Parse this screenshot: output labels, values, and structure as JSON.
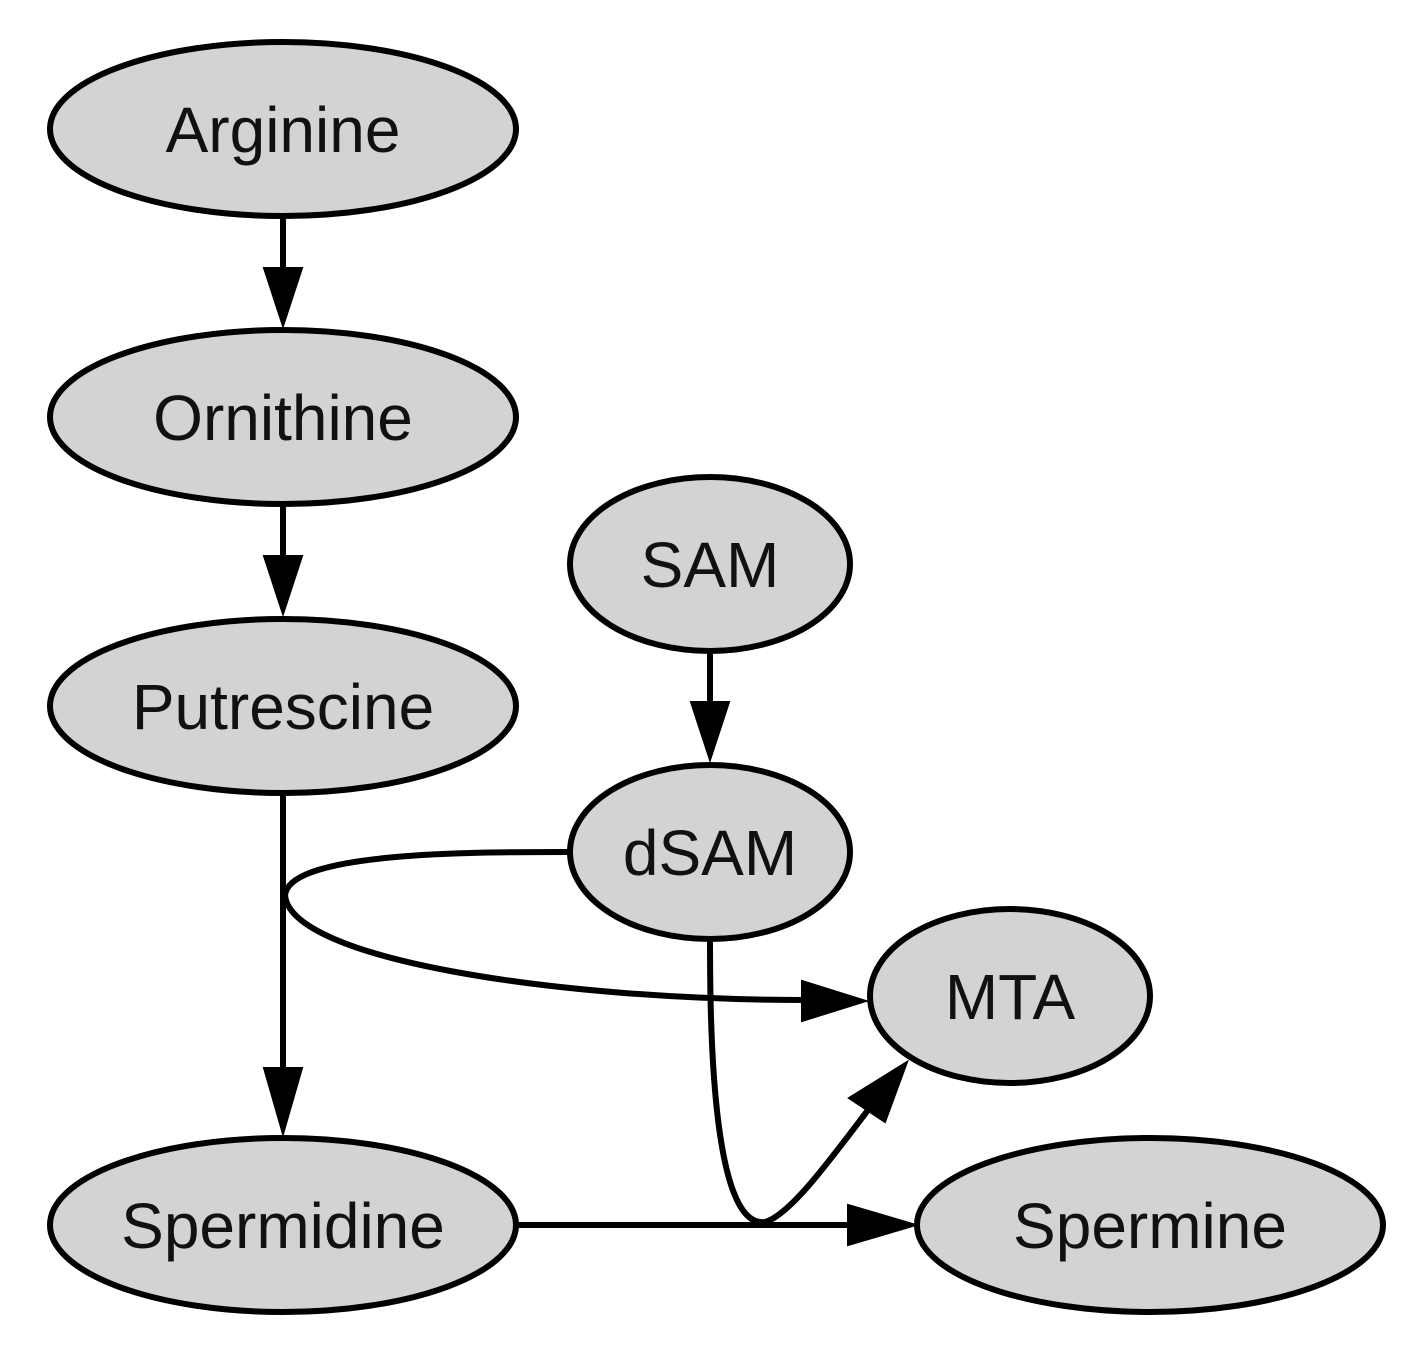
{
  "diagram": {
    "nodes": {
      "arginine": "Arginine",
      "ornithine": "Ornithine",
      "putrescine": "Putrescine",
      "sam": "SAM",
      "dsam": "dSAM",
      "mta": "MTA",
      "spermidine": "Spermidine",
      "spermine": "Spermine"
    },
    "edges": [
      {
        "from": "Arginine",
        "to": "Ornithine"
      },
      {
        "from": "Ornithine",
        "to": "Putrescine"
      },
      {
        "from": "SAM",
        "to": "dSAM"
      },
      {
        "from": "Putrescine",
        "to": "Spermidine"
      },
      {
        "from": "dSAM",
        "to": "MTA"
      },
      {
        "from": "Spermidine",
        "to": "Spermine"
      },
      {
        "from": "dSAM",
        "to": "MTA"
      }
    ],
    "colors": {
      "node_fill": "#d3d3d3",
      "stroke": "#000000",
      "background": "#ffffff"
    }
  }
}
